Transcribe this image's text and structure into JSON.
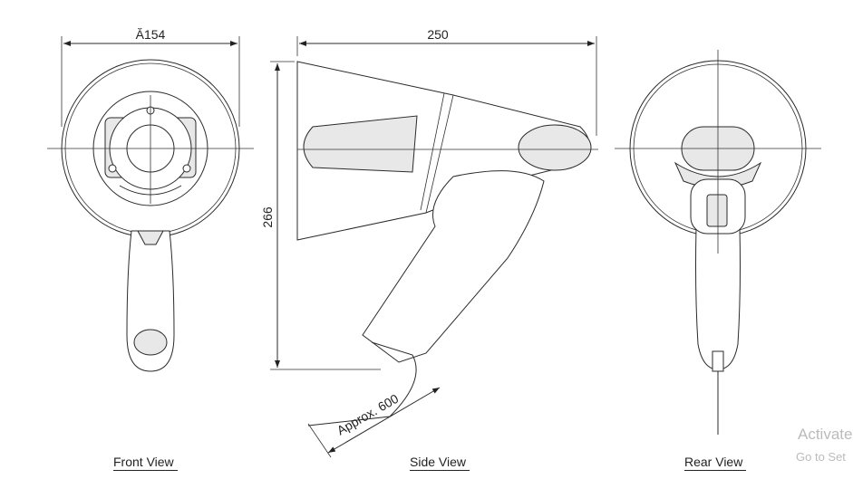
{
  "dimensions": {
    "diameter": "Ă154",
    "length": "250",
    "height": "266",
    "cord": "Approx. 600"
  },
  "views": {
    "front": "Front View",
    "side": "Side View",
    "rear": "Rear View"
  },
  "watermark": {
    "line1": "Activate",
    "line2": "Go to Set"
  }
}
